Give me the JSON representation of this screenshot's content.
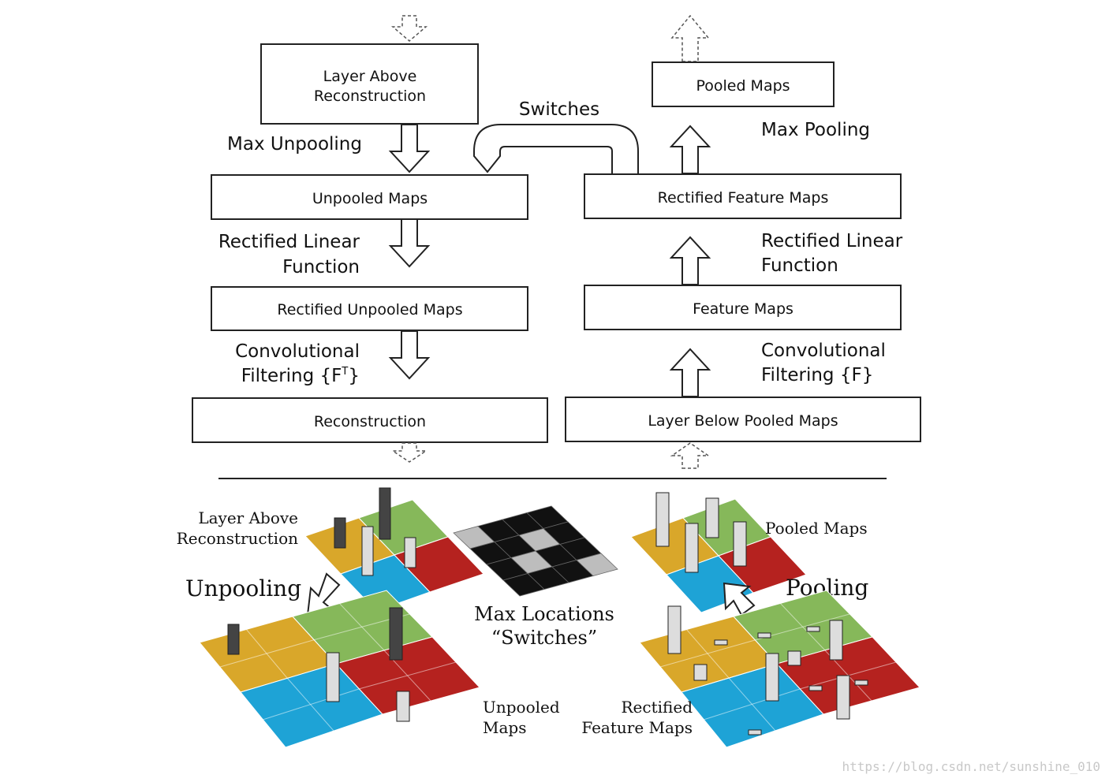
{
  "left_column": {
    "top_box": [
      "Layer Above",
      "Reconstruction"
    ],
    "op_max_unpooling": "Max Unpooling",
    "box_unpooled": "Unpooled Maps",
    "op_relu": [
      "Rectified Linear",
      "Function"
    ],
    "box_rect_unpooled": "Rectified Unpooled Maps",
    "op_conv": [
      "Convolutional",
      "Filtering {F",
      "T",
      "}"
    ],
    "box_reconstruction": "Reconstruction"
  },
  "right_column": {
    "box_pooled": "Pooled Maps",
    "op_max_pooling": "Max Pooling",
    "box_rect_feature": "Rectified Feature Maps",
    "op_relu": [
      "Rectified Linear",
      "Function"
    ],
    "box_feature": "Feature Maps",
    "op_conv": [
      "Convolutional",
      "Filtering {F}"
    ],
    "box_layer_below": "Layer Below Pooled Maps"
  },
  "switches_label": "Switches",
  "illustration": {
    "layer_above": [
      "Layer Above",
      "Reconstruction"
    ],
    "unpooling": "Unpooling",
    "unpooled_maps": [
      "Unpooled",
      "Maps"
    ],
    "max_locations": [
      "Max Locations",
      "“Switches”"
    ],
    "pooled_maps": "Pooled Maps",
    "pooling": "Pooling",
    "rectified_feature_maps": [
      "Rectified",
      "Feature Maps"
    ]
  },
  "watermark": "https://blog.csdn.net/sunshine_010",
  "colors": {
    "yellow": "#d9a72a",
    "green": "#86b85a",
    "blue": "#1ea3d6",
    "red": "#b5221f",
    "bar_dark": "#444444",
    "bar_light": "#dddddd",
    "switch_black": "#111111",
    "switch_gray": "#bdbdbd"
  }
}
